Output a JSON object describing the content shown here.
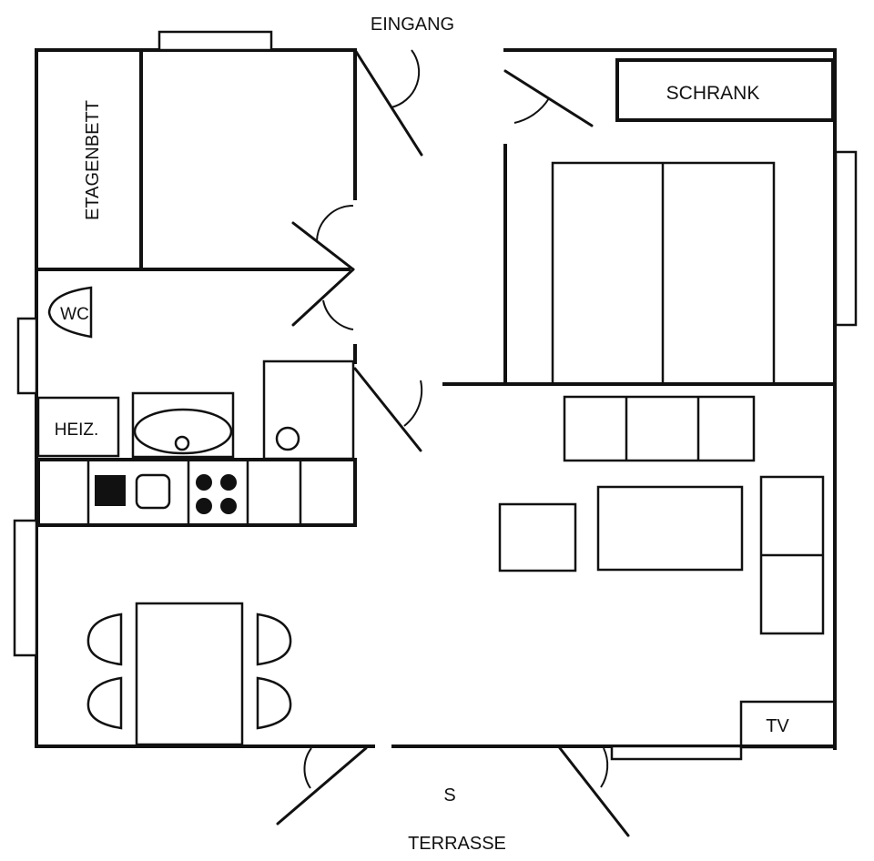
{
  "labels": {
    "entrance": "EINGANG",
    "wardrobe": "SCHRANK",
    "bunk_bed": "ETAGENBETT",
    "toilet": "WC",
    "heating": "HEIZ.",
    "tv": "TV",
    "compass": "S",
    "terrace": "TERRASSE"
  },
  "colors": {
    "line": "#111111",
    "background": "#ffffff"
  }
}
